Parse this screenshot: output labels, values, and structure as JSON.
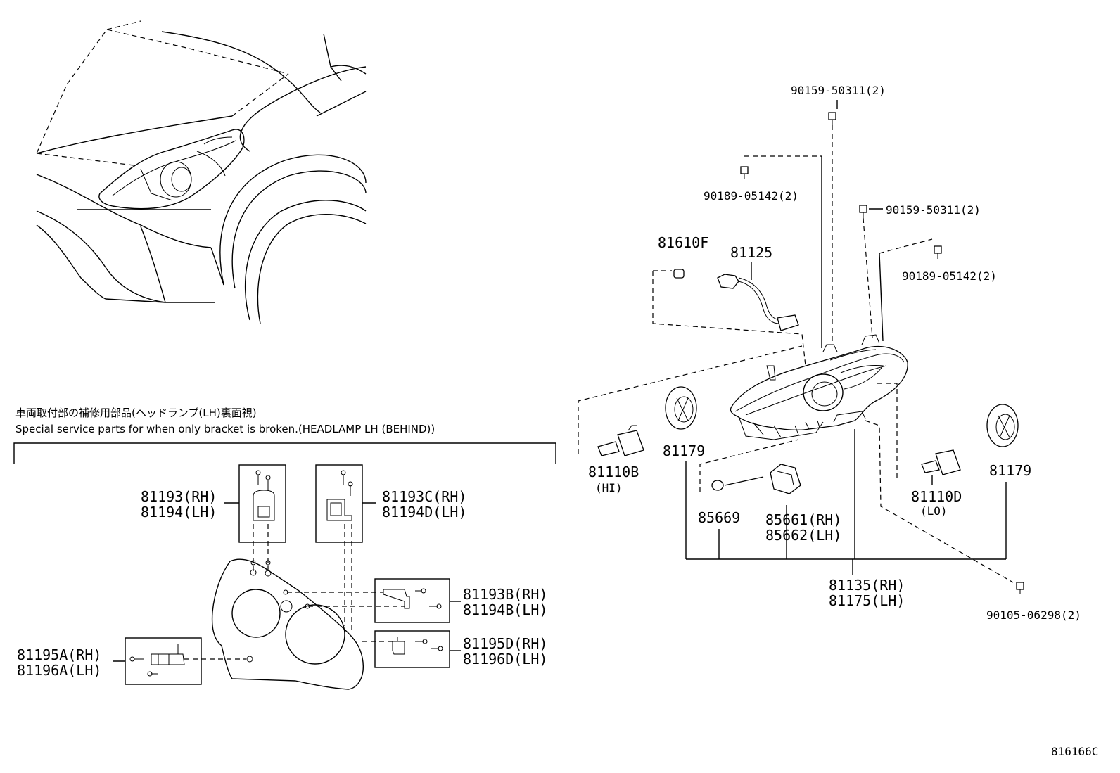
{
  "note": {
    "jp": "車両取付部の補修用部品(ヘッドランプ(LH)裏面視)",
    "en": "Special service parts for when only bracket is broken.(HEADLAMP LH (BEHIND))"
  },
  "labels": {
    "p90159_top": "90159-50311(2)",
    "p90189_top": "90189-05142(2)",
    "p90159_mid": "90159-50311(2)",
    "p90189_mid": "90189-05142(2)",
    "p81610F": "81610F",
    "p81125": "81125",
    "p81110B": "81110B",
    "p81110B_sub": "(HI)",
    "p81179_left": "81179",
    "p81179_right": "81179",
    "p81110D": "81110D",
    "p81110D_sub": "(LO)",
    "p85669": "85669",
    "p85661": "85661(RH)",
    "p85662": "85662(LH)",
    "p81135": "81135(RH)",
    "p81175": "81175(LH)",
    "p90105": "90105-06298(2)",
    "p81193": "81193(RH)",
    "p81194": "81194(LH)",
    "p81193C": "81193C(RH)",
    "p81194D": "81194D(LH)",
    "p81193B": "81193B(RH)",
    "p81194B": "81194B(LH)",
    "p81195A": "81195A(RH)",
    "p81196A": "81196A(LH)",
    "p81195D": "81195D(RH)",
    "p81196D": "81196D(LH)"
  },
  "figure_id": "816166C"
}
